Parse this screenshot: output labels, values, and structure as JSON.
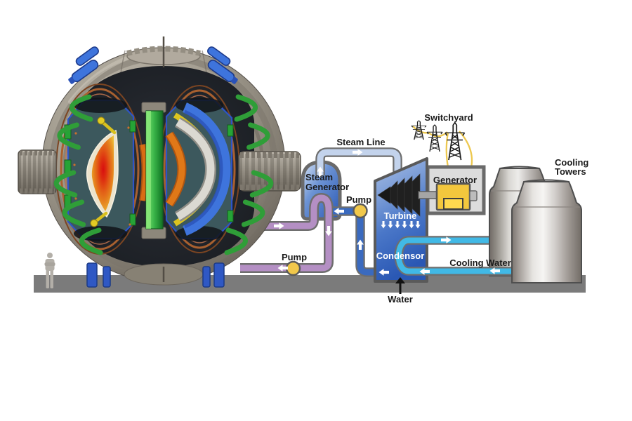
{
  "diagram": {
    "labels": {
      "steam_line": "Steam Line",
      "steam_generator_line1": "Steam",
      "steam_generator_line2": "Generator",
      "pump_primary": "Pump",
      "pump_feedwater": "Pump",
      "turbine": "Turbine",
      "condenser": "Condensor",
      "generator": "Generator",
      "switchyard": "Switchyard",
      "cooling_towers_line1": "Cooling",
      "cooling_towers_line2": "Towers",
      "cooling_water": "Cooling Water",
      "water": "Water"
    },
    "colors": {
      "primary_loop_pipe": "#b48fc4",
      "feedwater_pipe": "#3a6abf",
      "steam_pipe": "#c3d3ec",
      "cooling_pipe": "#41b9e6",
      "pipe_outline": "#6e6e6e",
      "pump": "#f1c84b",
      "vessel_blue": "#2a58b4",
      "generator_yellow": "#f3c73d",
      "cable_yellow": "#edc84f",
      "plasma_core": "#d90f0f",
      "plasma_body": "#e07818",
      "coil_green": "#2f9e38",
      "shell_gray": "#a39d90",
      "ground": "#7b7b7b"
    }
  }
}
